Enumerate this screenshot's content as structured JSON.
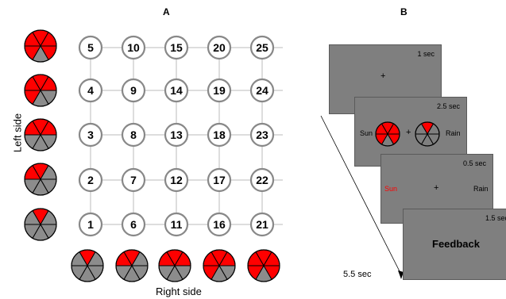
{
  "panel_a": {
    "label": "A",
    "y_label": "Left side",
    "x_label": "Right side",
    "node_numbers": [
      1,
      2,
      3,
      4,
      5,
      6,
      7,
      8,
      9,
      10,
      11,
      12,
      13,
      14,
      15,
      16,
      17,
      18,
      19,
      20,
      21,
      22,
      23,
      24,
      25
    ],
    "left_cue_red_sectors": [
      5,
      4,
      3,
      2,
      1
    ],
    "right_cue_red_sectors": [
      1,
      2,
      3,
      4,
      5
    ],
    "colors": {
      "red": "#ff0000",
      "gray": "#8c8c8c",
      "node_stroke": "#888888",
      "grid_line": "#bbbbbb"
    }
  },
  "panel_b": {
    "label": "B",
    "screens": [
      {
        "time": "1 sec",
        "center": "+"
      },
      {
        "time": "2.5 sec",
        "left_text": "Sun",
        "center": "+",
        "right_text": "Rain"
      },
      {
        "time": "0.5 sec",
        "left_text": "Sun",
        "center": "+",
        "right_text": "Rain"
      },
      {
        "time": "1.5 sec",
        "feedback": "Feedback"
      }
    ],
    "total_time": "5.5 sec",
    "colors": {
      "screen": "#7f7f7f",
      "highlight": "#ff0000"
    }
  }
}
